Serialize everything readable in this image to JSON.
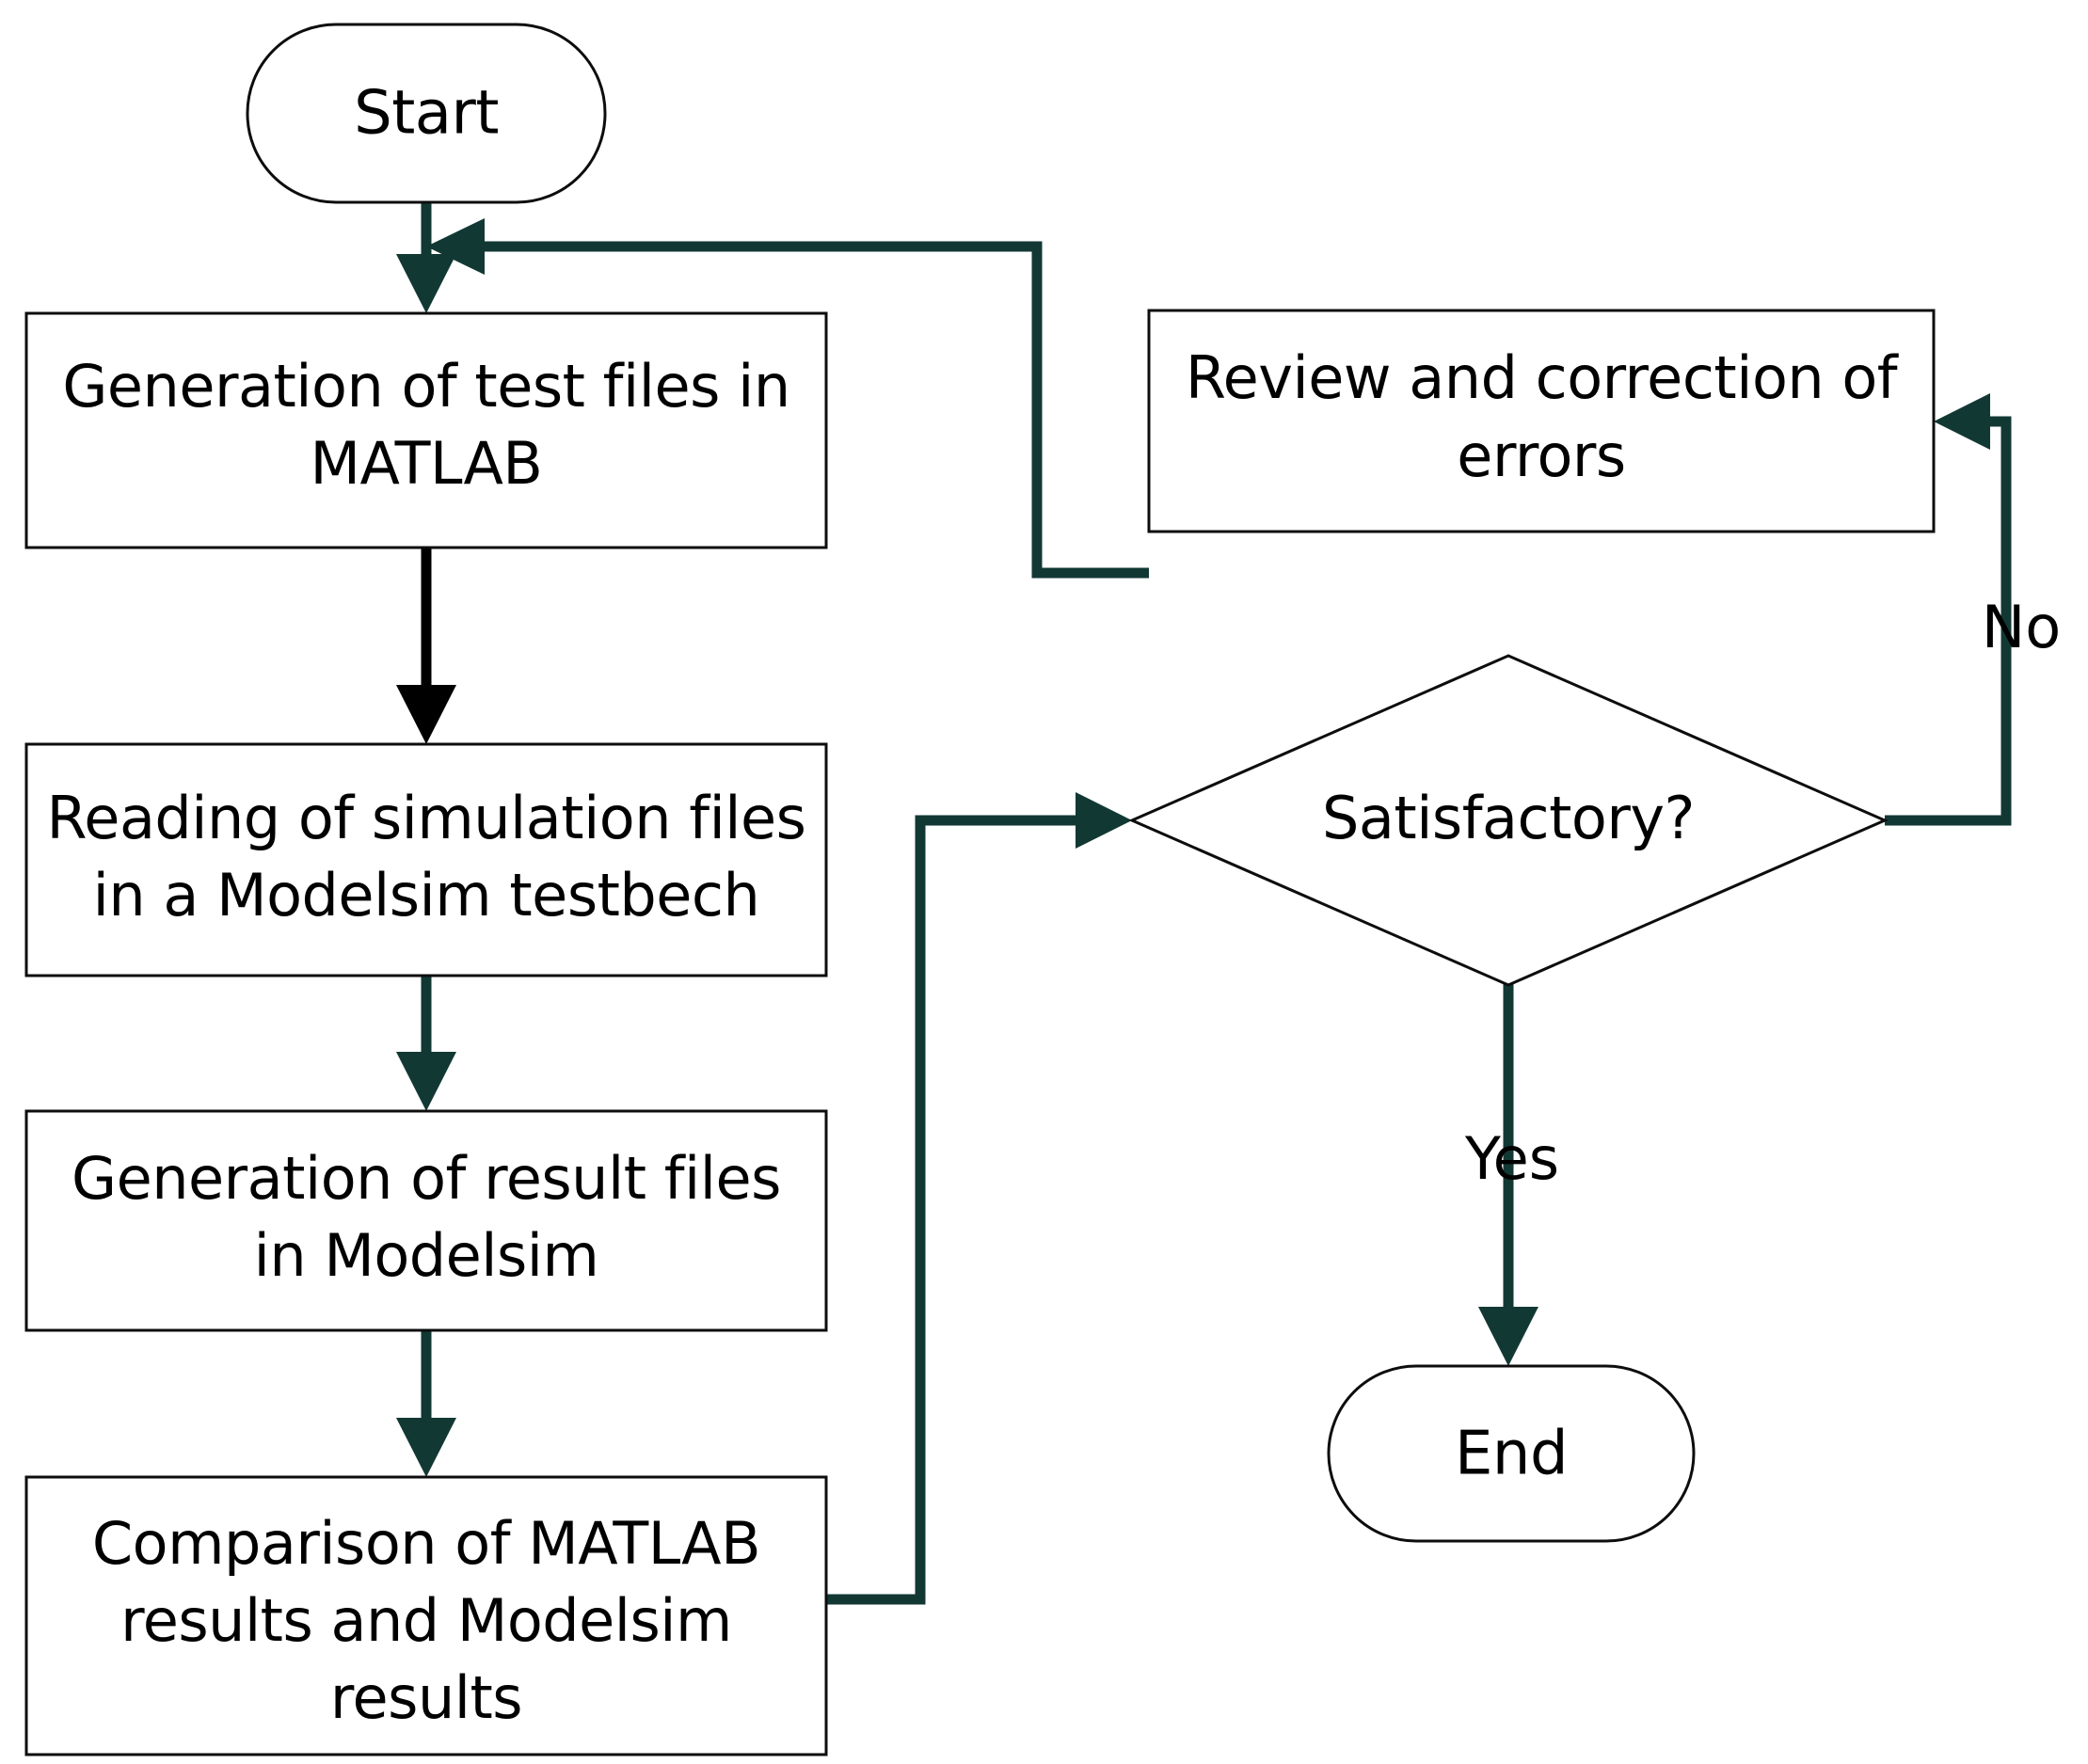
{
  "diagram": {
    "type": "flowchart",
    "title": "",
    "background_color": "#ffffff",
    "connector_colors": {
      "primary": "#123834",
      "secondary": "#000000"
    },
    "node_border_color": "#0d0d0d",
    "node_fill_color": "#ffffff",
    "text_color": "#000000"
  },
  "nodes": {
    "start": {
      "label": "Start",
      "shape": "stadium"
    },
    "gen_test_files": {
      "label_line1": "Generation of test files in",
      "label_line2": "MATLAB",
      "shape": "rectangle"
    },
    "read_sim_files": {
      "label_line1": "Reading of simulation files",
      "label_line2": "in a Modelsim testbech",
      "shape": "rectangle"
    },
    "gen_result_files": {
      "label_line1": "Generation of result files",
      "label_line2": "in Modelsim",
      "shape": "rectangle"
    },
    "comparison": {
      "label_line1": "Comparison of MATLAB",
      "label_line2": "results and Modelsim",
      "label_line3": "results",
      "shape": "rectangle"
    },
    "review": {
      "label_line1": "Review and correction of",
      "label_line2": "errors",
      "shape": "rectangle"
    },
    "decision": {
      "label": "Satisfactory?",
      "shape": "diamond"
    },
    "end": {
      "label": "End",
      "shape": "stadium"
    }
  },
  "edge_labels": {
    "no": "No",
    "yes": "Yes"
  },
  "edges": [
    {
      "from": "start",
      "to": "gen_test_files",
      "label": "",
      "color": "#123834"
    },
    {
      "from": "gen_test_files",
      "to": "read_sim_files",
      "label": "",
      "color": "#000000"
    },
    {
      "from": "read_sim_files",
      "to": "gen_result_files",
      "label": "",
      "color": "#123834"
    },
    {
      "from": "gen_result_files",
      "to": "comparison",
      "label": "",
      "color": "#123834"
    },
    {
      "from": "comparison",
      "to": "decision",
      "label": "",
      "color": "#123834"
    },
    {
      "from": "decision",
      "to": "review",
      "label": "No",
      "color": "#123834"
    },
    {
      "from": "review",
      "to": "gen_test_files",
      "label": "",
      "color": "#123834"
    },
    {
      "from": "decision",
      "to": "end",
      "label": "Yes",
      "color": "#123834"
    }
  ]
}
